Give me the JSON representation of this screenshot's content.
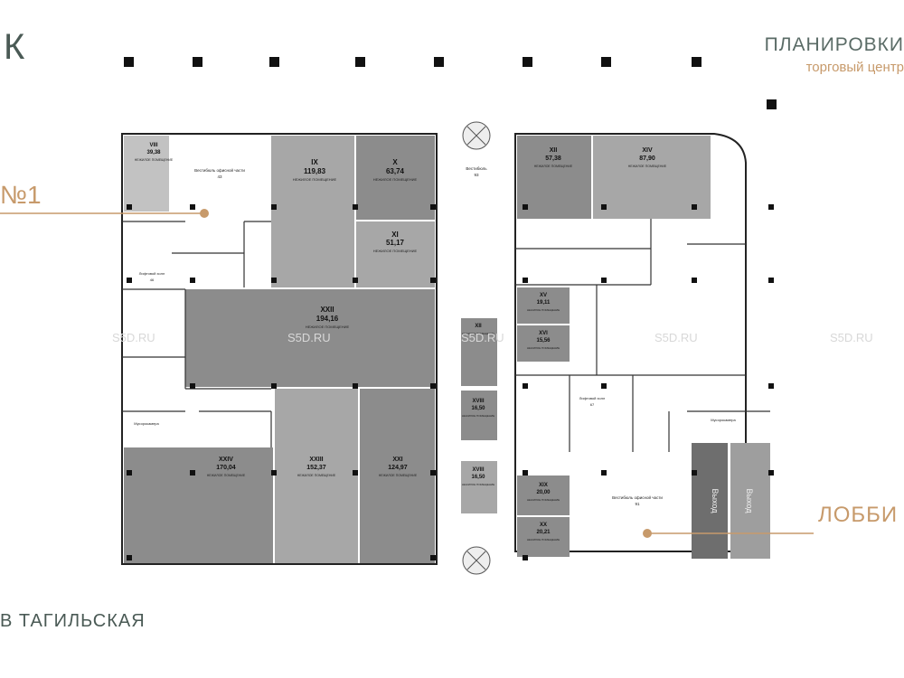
{
  "header": {
    "logo": "К",
    "title": "ПЛАНИРОВКИ",
    "subtitle": "торговый центр"
  },
  "callouts": {
    "left": "№1",
    "right": "ЛОББИ"
  },
  "footer": {
    "street": "В ТАГИЛЬСКАЯ"
  },
  "watermark": "S5D.RU",
  "colors": {
    "accent": "#c79a6b",
    "dark": "#4a5a55",
    "fill_dark": "#8c8c8c",
    "fill_mid": "#a7a7a7",
    "fill_light": "#c2c2c2"
  },
  "rooms": [
    {
      "id": "VIII",
      "area": "39,38",
      "label": "НЕЖИЛОЕ ПОМЕЩЕНИЕ"
    },
    {
      "id": "IX",
      "area": "119,83",
      "label": "НЕЖИЛОЕ ПОМЕЩЕНИЕ"
    },
    {
      "id": "X",
      "area": "63,74",
      "label": "НЕЖИЛОЕ ПОМЕЩЕНИЕ"
    },
    {
      "id": "XI",
      "area": "51,17",
      "label": "НЕЖИЛОЕ ПОМЕЩЕНИЕ"
    },
    {
      "id": "XII",
      "area": "57,38",
      "label": "НЕЖИЛОЕ ПОМЕЩЕНИЕ"
    },
    {
      "id": "XIV",
      "area": "87,90",
      "label": "НЕЖИЛОЕ ПОМЕЩЕНИЕ"
    },
    {
      "id": "XV",
      "area": "19,11",
      "label": "НЕЖИЛОЕ ПОМЕЩЕНИЕ"
    },
    {
      "id": "XVI",
      "area": "15,56",
      "label": "НЕЖИЛОЕ ПОМЕЩЕНИЕ"
    },
    {
      "id": "XXII",
      "area": "194,16",
      "label": "НЕЖИЛОЕ ПОМЕЩЕНИЕ"
    },
    {
      "id": "XII",
      "area": "",
      "label": "НЕЖИЛОЕ ПОМЕЩЕНИЕ"
    },
    {
      "id": "XVIII",
      "area": "16,50",
      "label": "НЕЖИЛОЕ ПОМЕЩЕНИЕ"
    },
    {
      "id": "XVIII",
      "area": "16,50",
      "label": "НЕЖИЛОЕ ПОМЕЩЕНИЕ"
    },
    {
      "id": "XXIV",
      "area": "170,04",
      "label": "НЕЖИЛОЕ ПОМЕЩЕНИЕ"
    },
    {
      "id": "XXIII",
      "area": "152,37",
      "label": "НЕЖИЛОЕ ПОМЕЩЕНИЕ"
    },
    {
      "id": "XXI",
      "area": "124,97",
      "label": "НЕЖИЛОЕ ПОМЕЩЕНИЕ"
    },
    {
      "id": "XIX",
      "area": "20,00",
      "label": "НЕЖИЛОЕ ПОМЕЩЕНИЕ"
    },
    {
      "id": "XX",
      "area": "20,21",
      "label": "НЕЖИЛОЕ ПОМЕЩЕНИЕ"
    }
  ],
  "spaces": [
    {
      "label": "Вестибюль офисной части",
      "code": "43"
    },
    {
      "label": "Вестибюль",
      "code": "93"
    },
    {
      "label": "Вестибюль офисной части",
      "code": "91"
    },
    {
      "label": "Лифтовой холл",
      "code": "46"
    },
    {
      "label": "Мусорокамера",
      "code": ""
    },
    {
      "label": "Лифтовой холл",
      "code": "67"
    },
    {
      "label": "Мусорокамера",
      "code": ""
    },
    {
      "label": "Выход",
      "code": ""
    },
    {
      "label": "Выход",
      "code": ""
    }
  ]
}
